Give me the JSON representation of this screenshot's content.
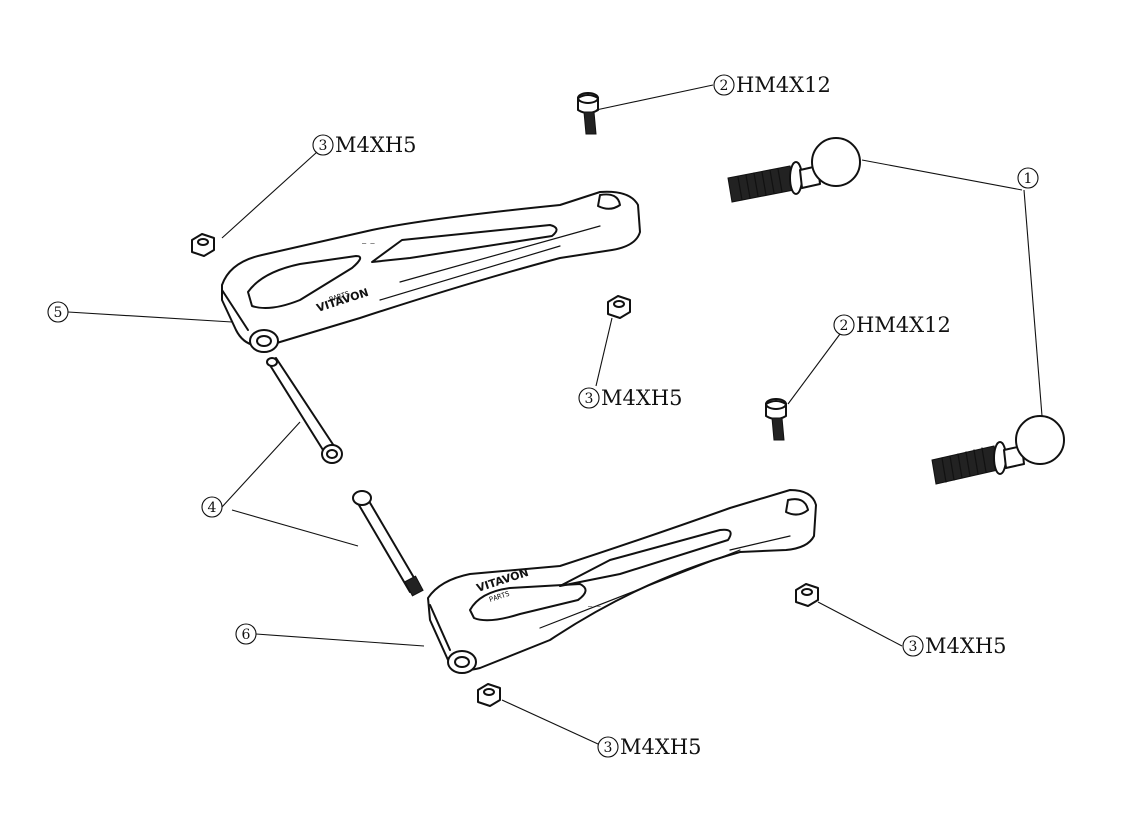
{
  "callouts": [
    {
      "id": "c1",
      "number": "1",
      "text": ""
    },
    {
      "id": "c2a",
      "number": "2",
      "text": "HM4X12"
    },
    {
      "id": "c2b",
      "number": "2",
      "text": "HM4X12"
    },
    {
      "id": "c3a",
      "number": "3",
      "text": "M4XH5"
    },
    {
      "id": "c3b",
      "number": "3",
      "text": "M4XH5"
    },
    {
      "id": "c3c",
      "number": "3",
      "text": "M4XH5"
    },
    {
      "id": "c3d",
      "number": "3",
      "text": "M4XH5"
    },
    {
      "id": "c4",
      "number": "4",
      "text": ""
    },
    {
      "id": "c5",
      "number": "5",
      "text": ""
    },
    {
      "id": "c6",
      "number": "6",
      "text": ""
    }
  ],
  "arm_marking": {
    "brand": "VITAVON",
    "sub": "PARTS"
  },
  "colors": {
    "ink": "#111111",
    "paper": "#ffffff"
  }
}
